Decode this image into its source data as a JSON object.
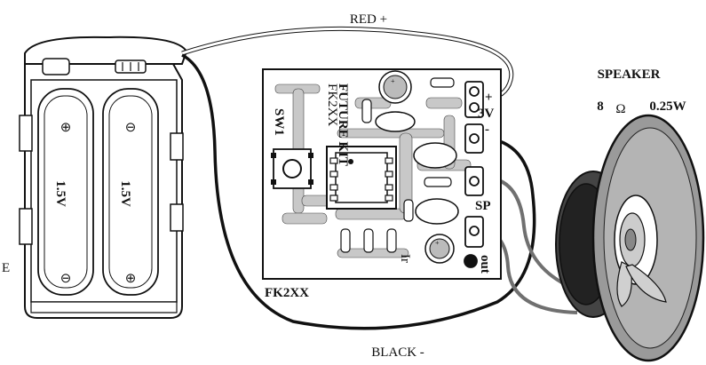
{
  "labels": {
    "red_wire": "RED +",
    "black_wire": "BLACK -",
    "speaker_title": "SPEAKER",
    "speaker_ohm_value": "8",
    "speaker_ohm_symbol": "Ω",
    "speaker_power": "0.25W",
    "board_model": "FK2XX",
    "switch": "SW1",
    "brand": "FUTURE KIT",
    "board_code": "FK2XX",
    "pad_3v": "3V",
    "pad_plus": "+",
    "pad_minus": "-",
    "pad_sp": "SP",
    "pad_out": "out",
    "pad_ir": "Ir",
    "battery_voltage_1": "1.5V",
    "battery_voltage_2": "1.5V",
    "battery_top_sign_1": "⊕",
    "battery_top_sign_2": "⊖",
    "battery_bottom_sign_1": "⊖",
    "battery_bottom_sign_2": "⊕",
    "edge_letter": "E"
  },
  "colors": {
    "line": "#111111",
    "red_wire": "#ffffff",
    "black_wire": "#111111",
    "gray_wire": "#707070",
    "speaker_cone": "#8a8a8a"
  }
}
